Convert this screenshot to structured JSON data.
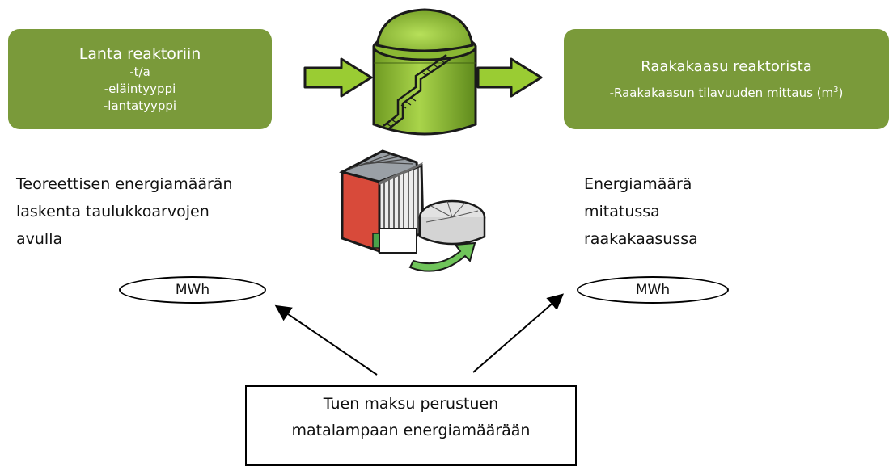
{
  "input_box": {
    "title": "Lanta reaktoriin",
    "lines": [
      "-t/a",
      "-eläintyyppi",
      "-lantatyyppi"
    ]
  },
  "output_box": {
    "title": "Raakakaasu reaktorista",
    "line_text": "-Raakakaasun tilavuuden mittaus (m",
    "line_sup": "3",
    "line_end": ")"
  },
  "left_text": [
    "Teoreettisen energiamäärän",
    "laskenta taulukkoarvojen",
    "avulla"
  ],
  "right_text": [
    "Energiamäärä",
    "mitatussa",
    "raakakaasussa"
  ],
  "left_oval": "MWh",
  "right_oval": "MWh",
  "bottom_box": [
    "Tuen maksu perustuen",
    "matalampaan energiamäärään"
  ],
  "colors": {
    "box_green": "#7a9a3a",
    "arrow_green": "#9acc33",
    "tank_green": "#8ab833",
    "barn_red": "#d84a3a"
  },
  "icons": [
    "flow-arrow-icon",
    "biogas-tank-icon",
    "barn-icon"
  ]
}
